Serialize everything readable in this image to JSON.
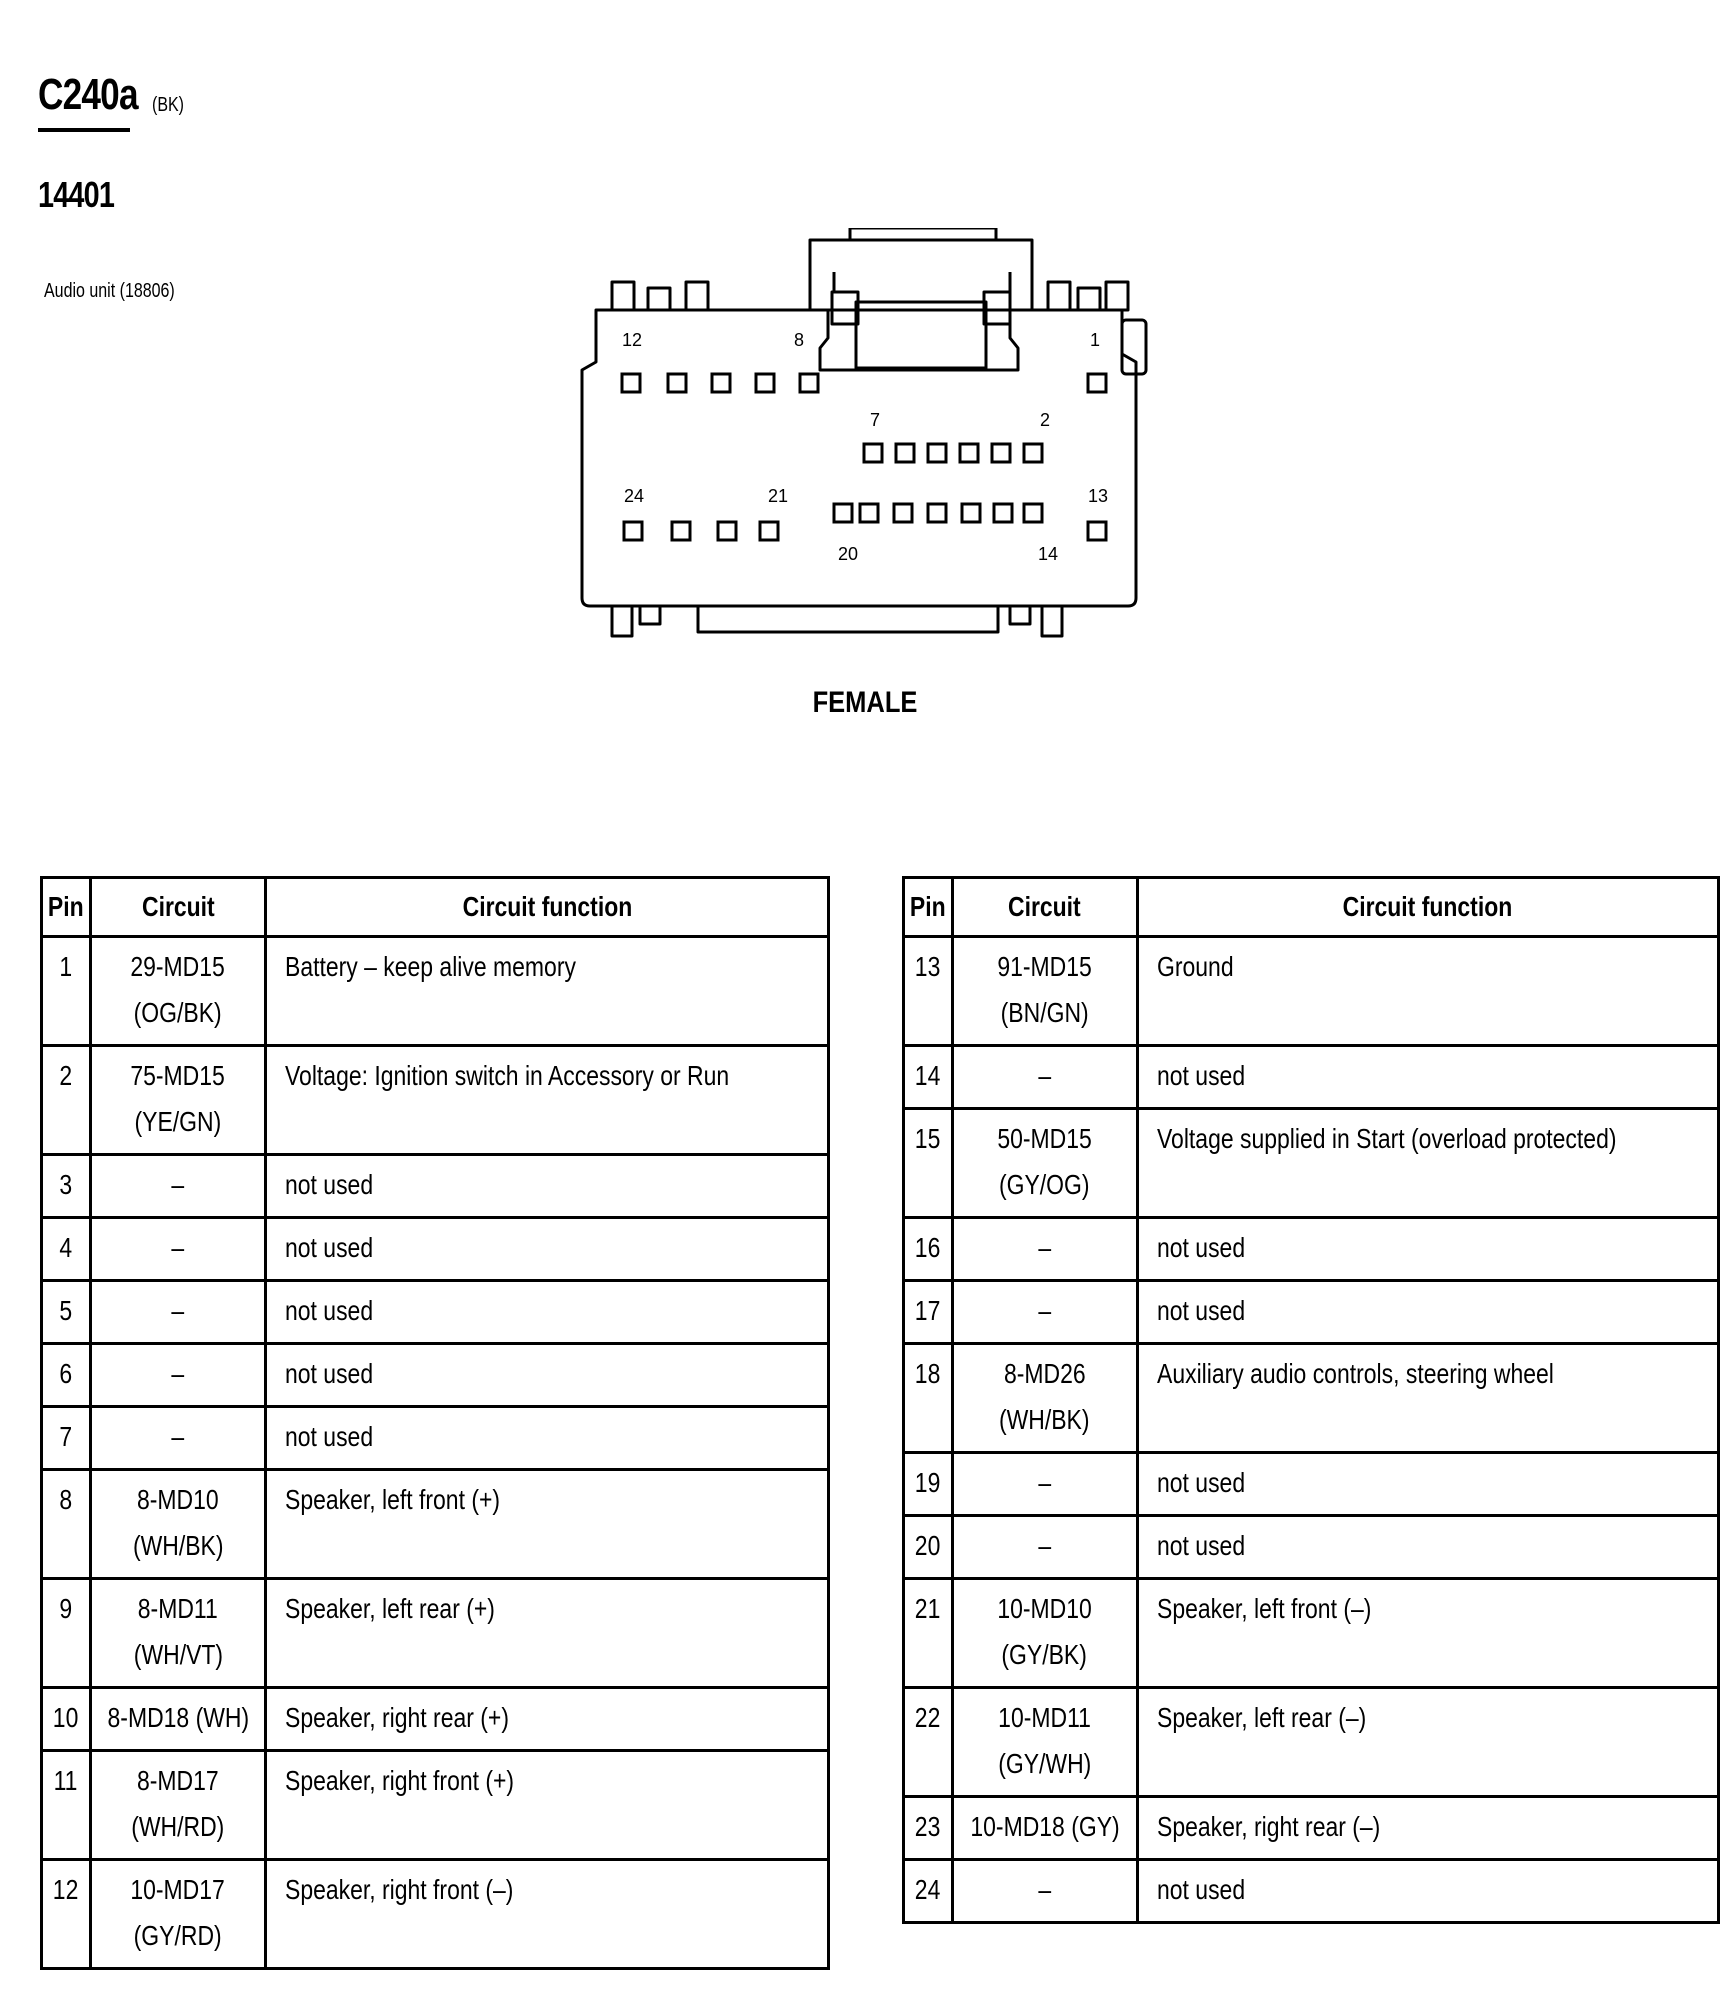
{
  "connector": {
    "id": "C240a",
    "color": "(BK)",
    "part_number": "14401",
    "component": "Audio unit (18806)",
    "view": "FEMALE",
    "pin_labels": [
      "12",
      "8",
      "1",
      "7",
      "2",
      "24",
      "21",
      "13",
      "20",
      "14"
    ]
  },
  "table_headers": {
    "pin": "Pin",
    "circuit": "Circuit",
    "function": "Circuit function"
  },
  "left_table": [
    {
      "pin": "1",
      "circuit": [
        "29-MD15",
        "(OG/BK)"
      ],
      "function": "Battery – keep alive memory"
    },
    {
      "pin": "2",
      "circuit": [
        "75-MD15",
        "(YE/GN)"
      ],
      "function": "Voltage: Ignition switch in Accessory or Run"
    },
    {
      "pin": "3",
      "circuit": [
        "–"
      ],
      "function": "not used"
    },
    {
      "pin": "4",
      "circuit": [
        "–"
      ],
      "function": "not used"
    },
    {
      "pin": "5",
      "circuit": [
        "–"
      ],
      "function": "not used"
    },
    {
      "pin": "6",
      "circuit": [
        "–"
      ],
      "function": "not used"
    },
    {
      "pin": "7",
      "circuit": [
        "–"
      ],
      "function": "not used"
    },
    {
      "pin": "8",
      "circuit": [
        "8-MD10",
        "(WH/BK)"
      ],
      "function": "Speaker, left front  (+)"
    },
    {
      "pin": "9",
      "circuit": [
        "8-MD11",
        "(WH/VT)"
      ],
      "function": "Speaker, left rear  (+)"
    },
    {
      "pin": "10",
      "circuit": [
        "8-MD18 (WH)"
      ],
      "function": "Speaker, right rear  (+)"
    },
    {
      "pin": "11",
      "circuit": [
        "8-MD17",
        "(WH/RD)"
      ],
      "function": "Speaker, right front  (+)"
    },
    {
      "pin": "12",
      "circuit": [
        "10-MD17",
        "(GY/RD)"
      ],
      "function": "Speaker, right front  (–)"
    }
  ],
  "right_table": [
    {
      "pin": "13",
      "circuit": [
        "91-MD15",
        "(BN/GN)"
      ],
      "function": "Ground"
    },
    {
      "pin": "14",
      "circuit": [
        "–"
      ],
      "function": "not used"
    },
    {
      "pin": "15",
      "circuit": [
        "50-MD15",
        "(GY/OG)"
      ],
      "function": "Voltage supplied in Start (overload protected)"
    },
    {
      "pin": "16",
      "circuit": [
        "–"
      ],
      "function": "not used"
    },
    {
      "pin": "17",
      "circuit": [
        "–"
      ],
      "function": "not used"
    },
    {
      "pin": "18",
      "circuit": [
        "8-MD26",
        "(WH/BK)"
      ],
      "function": "Auxiliary audio controls, steering wheel"
    },
    {
      "pin": "19",
      "circuit": [
        "–"
      ],
      "function": "not used"
    },
    {
      "pin": "20",
      "circuit": [
        "–"
      ],
      "function": "not used"
    },
    {
      "pin": "21",
      "circuit": [
        "10-MD10",
        "(GY/BK)"
      ],
      "function": "Speaker, left front  (–)"
    },
    {
      "pin": "22",
      "circuit": [
        "10-MD11",
        "(GY/WH)"
      ],
      "function": "Speaker, left rear  (–)"
    },
    {
      "pin": "23",
      "circuit": [
        "10-MD18 (GY)"
      ],
      "function": "Speaker, right rear  (–)"
    },
    {
      "pin": "24",
      "circuit": [
        "–"
      ],
      "function": "not used"
    }
  ]
}
